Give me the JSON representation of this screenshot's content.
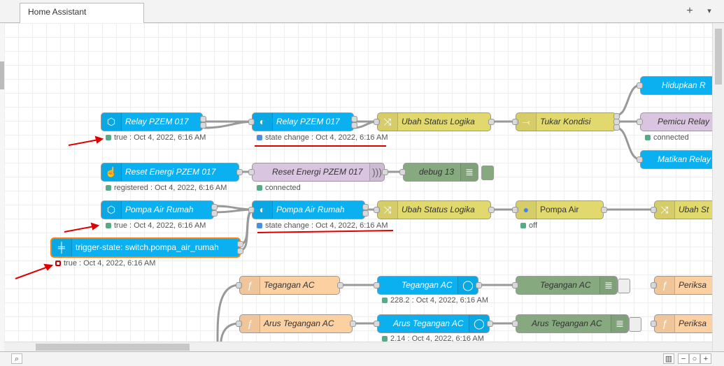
{
  "tabbar": {
    "tab_label": "Home Assistant",
    "add_icon": "plus-icon",
    "menu_icon": "chevron-down-icon"
  },
  "nodes": {
    "relay_pzem_event": {
      "label": "Relay PZEM 017",
      "status": "true : Oct 4, 2022, 6:16 AM"
    },
    "relay_pzem_state": {
      "label": "Relay PZEM 017",
      "status": "state change : Oct 4, 2022, 6:16 AM"
    },
    "ubah_status_1": {
      "label": "Ubah Status Logika"
    },
    "tukar_kondisi": {
      "label": "Tukar Kondisi"
    },
    "hidupkan": {
      "label": "Hidupkan R"
    },
    "pemicu": {
      "label": "Pemicu Relay",
      "status": "connected"
    },
    "matikan": {
      "label": "Matikan Relay"
    },
    "reset_energi_button": {
      "label": "Reset Energi PZEM 017",
      "status": "registered : Oct 4, 2022, 6:16 AM"
    },
    "reset_energi_sensor": {
      "label": "Reset Energi PZEM 017",
      "status": "connected"
    },
    "debug13": {
      "label": "debug 13"
    },
    "pompa_event": {
      "label": "Pompa Air Rumah",
      "status": "true : Oct 4, 2022, 6:16 AM"
    },
    "pompa_state": {
      "label": "Pompa Air Rumah",
      "status": "state change : Oct 4, 2022, 6:16 AM"
    },
    "ubah_status_2": {
      "label": "Ubah Status Logika"
    },
    "pompa_air_google": {
      "label": "Pompa Air",
      "status": "off"
    },
    "ubah_st_3": {
      "label": "Ubah St"
    },
    "trigger_state": {
      "label": "trigger-state: switch.pompa_air_rumah",
      "status": "true : Oct 4, 2022, 6:16 AM"
    },
    "tegangan_fn": {
      "label": "Tegangan AC"
    },
    "tegangan_entity": {
      "label": "Tegangan AC",
      "status": "228.2 : Oct 4, 2022, 6:16 AM"
    },
    "tegangan_debug": {
      "label": "Tegangan AC"
    },
    "periksa_1": {
      "label": "Periksa"
    },
    "arus_fn": {
      "label": "Arus Tegangan AC"
    },
    "arus_entity": {
      "label": "Arus Tegangan AC",
      "status": "2.14 : Oct 4, 2022, 6:16 AM"
    },
    "arus_debug": {
      "label": "Arus Tegangan AC"
    },
    "periksa_2": {
      "label": "Periksa"
    }
  },
  "colors": {
    "ha_blue": "#0ab0f0",
    "change_yellow": "#e2d96e",
    "debug_green": "#87a980",
    "function_peach": "#fdd0a2",
    "ha_lilac": "#d9c5df",
    "annotation_red": "#e00000"
  }
}
